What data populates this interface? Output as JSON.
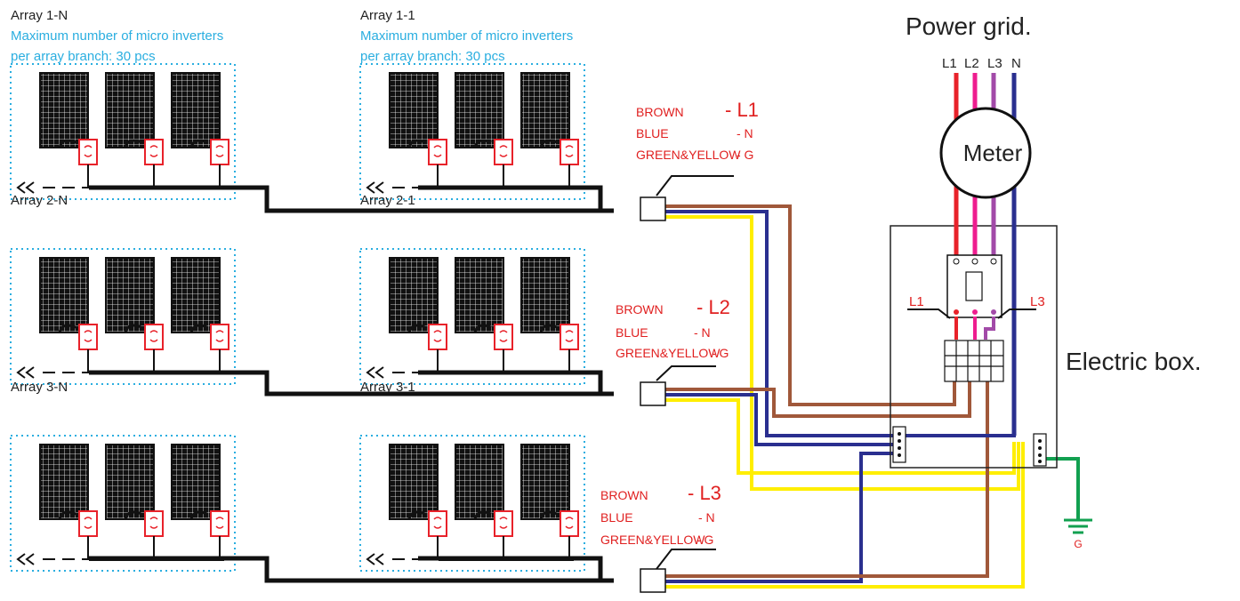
{
  "arrays": [
    {
      "title": "Array 1-N",
      "note1": "Maximum number of micro inverters",
      "note2": "per array branch: 30 pcs"
    },
    {
      "title": "Array 1-1",
      "note1": "Maximum number of micro inverters",
      "note2": "per array branch: 30 pcs"
    },
    {
      "title": "Array 2-N"
    },
    {
      "title": "Array 2-1"
    },
    {
      "title": "Array 3-N"
    },
    {
      "title": "Array 3-1"
    }
  ],
  "wire_legends": [
    {
      "brown": "BROWN",
      "blue": "BLUE",
      "gy": "GREEN&YELLOW",
      "brown_code": "- L1",
      "blue_code": "- N",
      "gy_code": "- G"
    },
    {
      "brown": "BROWN",
      "blue": "BLUE",
      "gy": "GREEN&YELLOW",
      "brown_code": "- L2",
      "blue_code": "- N",
      "gy_code": "- G"
    },
    {
      "brown": "BROWN",
      "blue": "BLUE",
      "gy": "GREEN&YELLOW",
      "brown_code": "- L3",
      "blue_code": "- N",
      "gy_code": "- G"
    }
  ],
  "grid": {
    "title": "Power grid.",
    "phases": [
      "L1",
      "L2",
      "L3",
      "N"
    ]
  },
  "meter": {
    "label": "Meter"
  },
  "box": {
    "title": "Electric box.",
    "l1": "L1",
    "l3": "L3"
  },
  "ground": {
    "label": "G"
  },
  "colors": {
    "brown": "#a0583a",
    "blue": "#2a2f8f",
    "yellow": "#ffee00",
    "green": "#12a050",
    "red": "#e8222a",
    "pink": "#ee1d8f",
    "purple": "#a24aa8",
    "cyan": "#2aaee0"
  }
}
